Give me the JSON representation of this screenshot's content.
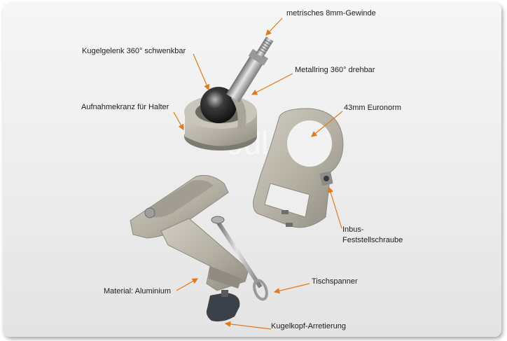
{
  "labels": {
    "thread": "metrisches 8mm-Gewinde",
    "ball_joint": "Kugelgelenk 360° schwenkbar",
    "metal_ring": "Metallring 360° drehbar",
    "mount_ring": "Aufnahmekranz für Halter",
    "euronorm": "43mm Euronorm",
    "allen_screw_line1": "Inbus-",
    "allen_screw_line2": "Feststellschraube",
    "clamp_screw": "Tischspanner",
    "material": "Material: Aluminium",
    "ball_lock": "Kugelkopf-Arretierung"
  },
  "watermark": "odl ho",
  "colors": {
    "arrow": "#e07a1c",
    "metal": "#b9b5a8",
    "metal_dark": "#8f8b80",
    "background": "#ececec"
  }
}
